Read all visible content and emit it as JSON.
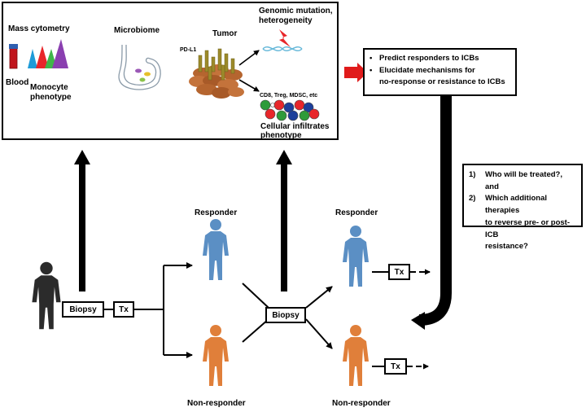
{
  "panel": {
    "mass_cytometry": "Mass cytometry",
    "blood": "Blood",
    "monocyte_line1": "Monocyte",
    "monocyte_line2": "phenotype",
    "microbiome": "Microbiome",
    "tumor": "Tumor",
    "pdl1": "PD-L1",
    "genomic_line1": "Genomic mutation,",
    "genomic_line2": "heterogeneity",
    "infiltrate_markers": "CD8, Treg, MDSC, etc",
    "infiltrate_line1": "Cellular infiltrates",
    "infiltrate_line2": "phenotype"
  },
  "outcomes_box": {
    "items": [
      "Predict responders to ICBs",
      "Elucidate mechanisms for",
      "no-response or resistance to ICBs"
    ]
  },
  "questions_box": {
    "items": [
      {
        "num": "1)",
        "text": "Who will be treated?, and"
      },
      {
        "num": "2)",
        "text": "Which additional therapies"
      },
      {
        "num": "",
        "text": "to reverse pre- or post-ICB"
      },
      {
        "num": "",
        "text": "resistance?"
      }
    ]
  },
  "flow": {
    "biopsy_1": "Biopsy",
    "tx_1": "Tx",
    "biopsy_2": "Biopsy",
    "responder_1": "Responder",
    "non_responder_1": "Non-responder",
    "responder_2": "Responder",
    "non_responder_2": "Non-responder",
    "tx_2": "Tx",
    "tx_3": "Tx"
  },
  "colors": {
    "patient": "#2b2b2b",
    "responder": "#5b8fc4",
    "non_responder": "#e07f3a",
    "red_arrow": "#e01b1b",
    "tube_red": "#c0141c",
    "peak_blue": "#1e9bd8",
    "peak_red": "#e8262a",
    "peak_green": "#3fb54a",
    "peak_purple": "#8a3fb0"
  }
}
